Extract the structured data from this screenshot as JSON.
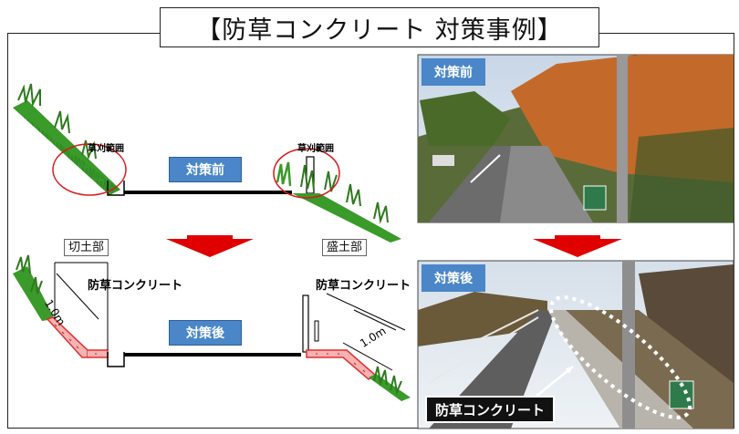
{
  "title": "【防草コンクリート 対策事例】",
  "diagram": {
    "mowing_range_left": "草刈範囲",
    "mowing_range_right": "草刈範囲",
    "before_badge": "対策前",
    "after_badge": "対策後",
    "cut_section": "切土部",
    "fill_section": "盛土部",
    "concrete_left": "防草コンクリート",
    "concrete_right": "防草コンクリート",
    "width_left": "1.0m",
    "width_right": "1.0m"
  },
  "photos": {
    "before_label": "対策前",
    "after_label": "対策後",
    "after_caption": "防草コンクリート"
  },
  "colors": {
    "badge_blue": "#4a86c8",
    "arrow_red": "#e00000",
    "grass_green": "#3a9a2a",
    "ellipse_red": "#d61a1a",
    "concrete_red": "#e03030"
  }
}
